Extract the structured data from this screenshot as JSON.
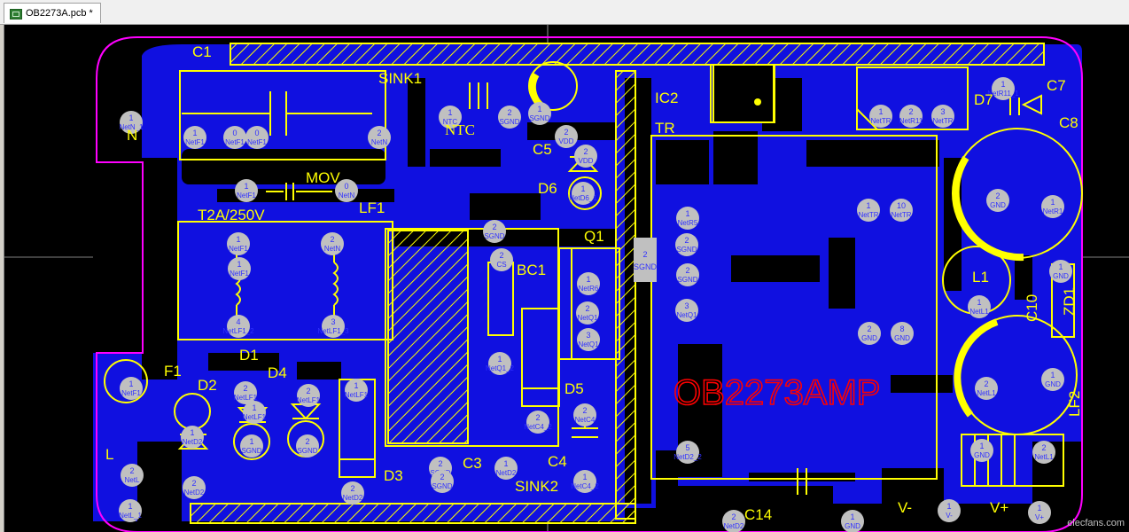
{
  "tab": {
    "title": "OB2273A.pcb *"
  },
  "board": {
    "title_text": "OB2273AMP",
    "colors": {
      "copper": "#1010e0",
      "silk": "#ffff00",
      "outline": "#ff00ff",
      "pad": "#c0c0c0",
      "red": "#ff0000"
    },
    "labels": {
      "c1": "C1",
      "sink1": "SINK1",
      "ntc": "NTC",
      "ic2": "IC2",
      "tr": "TR",
      "d7": "D7",
      "c7": "C7",
      "c8": "C8",
      "n": "N",
      "mov": "MOV",
      "t2a": "T2A/250V",
      "lf1": "LF1",
      "c5": "C5",
      "d6": "D6",
      "q1": "Q1",
      "bc1": "BC1",
      "f1": "F1",
      "d1": "D1",
      "d2": "D2",
      "d4": "D4",
      "l": "L",
      "d3": "D3",
      "c3": "C3",
      "c4": "C4",
      "sink2": "SINK2",
      "d5": "D5",
      "l1": "L1",
      "c10": "C10",
      "zd1": "ZD1",
      "lf2": "LF2",
      "c14": "C14",
      "vminus": "V-",
      "vplus": "V+"
    },
    "pads": [
      {
        "n": "1",
        "net": "NetN_1"
      },
      {
        "n": "1",
        "net": "NetF1"
      },
      {
        "n": "0",
        "net": "NetF1"
      },
      {
        "n": "0",
        "net": "NetF1"
      },
      {
        "n": "2",
        "net": "NetN"
      },
      {
        "n": "1",
        "net": "NetF1"
      },
      {
        "n": "0",
        "net": "NetN"
      },
      {
        "n": "1",
        "net": "NetF1"
      },
      {
        "n": "2",
        "net": "NetN"
      },
      {
        "n": "4",
        "net": "NetLF1_2"
      },
      {
        "n": "3",
        "net": "NetLF1_3"
      },
      {
        "n": "1",
        "net": "NetF1"
      },
      {
        "n": "1",
        "net": "NTC"
      },
      {
        "n": "2",
        "net": "SGND"
      },
      {
        "n": "1",
        "net": "SGND"
      },
      {
        "n": "2",
        "net": "VDD"
      },
      {
        "n": "2",
        "net": "VDD"
      },
      {
        "n": "1",
        "net": "NetD6_1"
      },
      {
        "n": "2",
        "net": "CS"
      },
      {
        "n": "2",
        "net": "SGND"
      },
      {
        "n": "1",
        "net": "NetQ1_2"
      },
      {
        "n": "1",
        "net": "NetR6"
      },
      {
        "n": "2",
        "net": "NetQ1"
      },
      {
        "n": "3",
        "net": "NetQ1"
      },
      {
        "n": "2",
        "net": "NetLF1"
      },
      {
        "n": "1",
        "net": "NetLF1"
      },
      {
        "n": "2",
        "net": "NetLF1"
      },
      {
        "n": "1",
        "net": "NetLF1"
      },
      {
        "n": "1",
        "net": "SGND"
      },
      {
        "n": "2",
        "net": "SGND"
      },
      {
        "n": "1",
        "net": "NetD2"
      },
      {
        "n": "2",
        "net": "NetD2"
      },
      {
        "n": "2",
        "net": "SGND"
      },
      {
        "n": "1",
        "net": "NetD2"
      },
      {
        "n": "2",
        "net": "NetC4_2"
      },
      {
        "n": "2",
        "net": "NetC4"
      },
      {
        "n": "1",
        "net": "NetC4_2"
      },
      {
        "n": "2",
        "net": "SGND"
      },
      {
        "n": "1",
        "net": "NetR5"
      },
      {
        "n": "2",
        "net": "SGND"
      },
      {
        "n": "3",
        "net": "NetQ1"
      },
      {
        "n": "5",
        "net": "NetD2_2"
      },
      {
        "n": "1",
        "net": "NetR11_1"
      },
      {
        "n": "1",
        "net": "NetTR"
      },
      {
        "n": "2",
        "net": "NetR11"
      },
      {
        "n": "3",
        "net": "NetTR"
      },
      {
        "n": "1",
        "net": "NetTR"
      },
      {
        "n": "10",
        "net": "NetTR"
      },
      {
        "n": "2",
        "net": "GND"
      },
      {
        "n": "8",
        "net": "GND"
      },
      {
        "n": "2",
        "net": "GND"
      },
      {
        "n": "1",
        "net": "NetR1"
      },
      {
        "n": "1",
        "net": "GND"
      },
      {
        "n": "1",
        "net": "NetL1"
      },
      {
        "n": "2",
        "net": "NetL1"
      },
      {
        "n": "1",
        "net": "GND"
      },
      {
        "n": "1",
        "net": "GND"
      },
      {
        "n": "2",
        "net": "NetL1"
      },
      {
        "n": "1",
        "net": "V-"
      },
      {
        "n": "1",
        "net": "V+"
      },
      {
        "n": "2",
        "net": "NetD2"
      },
      {
        "n": "1",
        "net": "GND"
      },
      {
        "n": "1",
        "net": "NetL_1"
      },
      {
        "n": "2",
        "net": "NetL"
      },
      {
        "n": "1",
        "net": "NetF1"
      },
      {
        "n": "2",
        "net": "NetD2"
      },
      {
        "n": "2",
        "net": "SGND"
      }
    ],
    "watermark": "elecfans.com"
  }
}
